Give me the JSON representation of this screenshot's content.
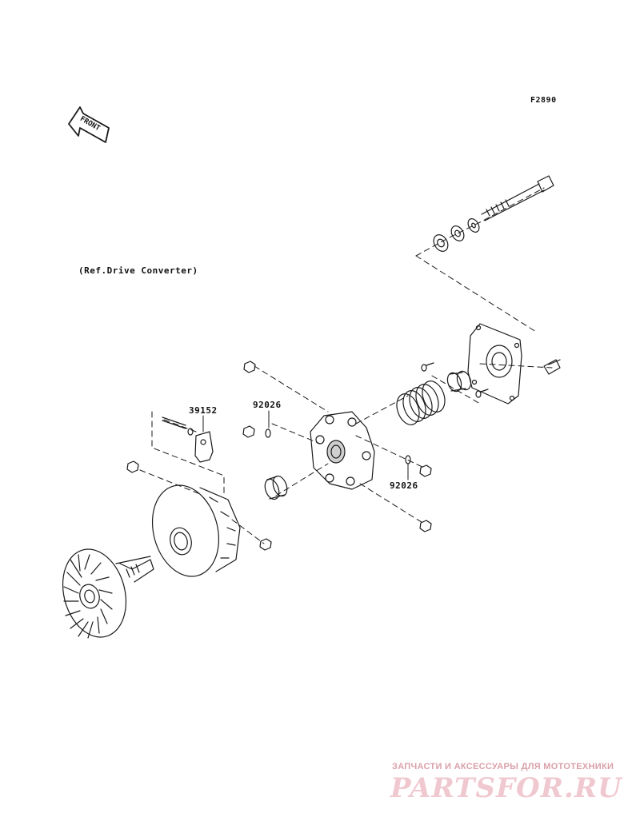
{
  "figure_code": "F2890",
  "front_marker": "FRONT",
  "reference_note": "(Ref.Drive Converter)",
  "part_numbers": {
    "weight_assembly": "39152",
    "washer_upper": "92026",
    "washer_lower": "92026"
  },
  "watermark": {
    "subtitle": "ЗАПЧАСТИ И АКСЕССУАРЫ ДЛЯ МОТОТЕХНИКИ",
    "logo": "PARTSFOR.RU"
  },
  "colors": {
    "line": "#1a1a1a",
    "background": "#ffffff",
    "watermark": "#f0c8cf"
  }
}
